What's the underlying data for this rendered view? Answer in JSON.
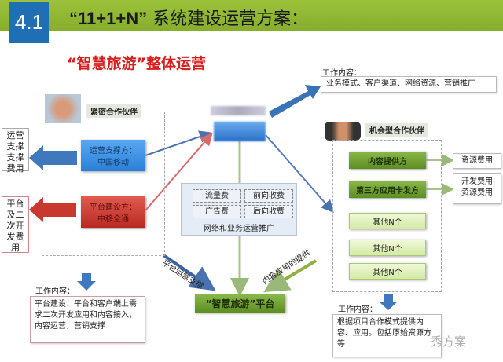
{
  "header": {
    "section_number": "4.1",
    "title_quoted": "“11+1+N”",
    "title_rest": "系统建设运营方案："
  },
  "subtitle": "“智慧旅游”整体运营",
  "left": {
    "partner_label": "紧密合作伙伴",
    "operator_box": [
      "运营支撑方：",
      "中国移动"
    ],
    "builder_box": [
      "平台建设方：",
      "中移全通"
    ],
    "operator_fee": "运营支撑支撑费用",
    "builder_fee": "平台及二次开发费用",
    "work_label": "工作内容：",
    "work_text": "平台建设、平台和客户端上需求二次开发应用和内容接入，内容运营，营销支撑"
  },
  "center": {
    "fees": [
      "流量费",
      "前向收费",
      "广告费",
      "后向收费"
    ],
    "fees_caption": "网络和业务运营推广",
    "platform": "“智慧旅游”平台",
    "arrow_left_label": "平台运营支撑",
    "arrow_right_label": "内容应用的提供"
  },
  "top_right": {
    "work_label": "工作内容：",
    "work_text": "业务模式、客户渠道、网络资源、营销推广"
  },
  "right": {
    "partner_label": "机会型合作伙伴",
    "items": [
      "内容提供方",
      "第三方应用卡发方",
      "其他N个",
      "其他N个",
      "其他N个"
    ],
    "fee1": "资源费用",
    "fee2": [
      "开发费用",
      "资源费用"
    ],
    "work_label": "工作内容：",
    "work_text": "根据项目合作模式提供内容、应用。包括原始资源方等"
  },
  "watermark": "秀方案",
  "colors": {
    "header_green": "#8cb631",
    "section_blue": "#1f6fb4",
    "subtitle_red": "#d81e1e"
  }
}
